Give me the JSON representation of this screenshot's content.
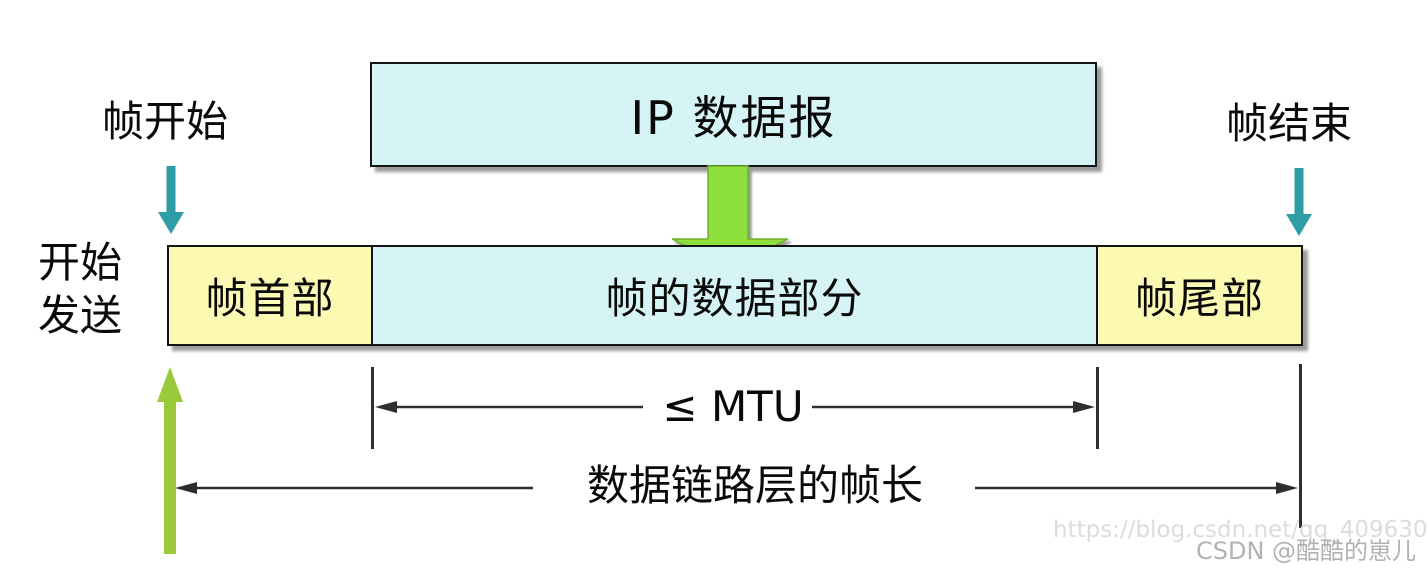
{
  "diagram": {
    "ip_datagram": {
      "label": "IP 数据报"
    },
    "frame": {
      "header_label": "帧首部",
      "data_label": "帧的数据部分",
      "trailer_label": "帧尾部"
    },
    "annotations": {
      "frame_start": "帧开始",
      "frame_end": "帧结束",
      "start_sending_line1": "开始",
      "start_sending_line2": "发送",
      "mtu": "≤ MTU",
      "frame_length": "数据链路层的帧长"
    },
    "colors": {
      "box_cyan": "#d6f4f6",
      "box_yellow": "#fbf9b2",
      "arrow_green": "#8de03e",
      "arrow_olive": "#9aca3c",
      "arrow_teal": "#2f9da5",
      "line": "#2e2e2e"
    },
    "watermark": {
      "url": "https://blog.csdn.net/qq_409630",
      "credit": "CSDN @酷酷的崽儿"
    }
  }
}
